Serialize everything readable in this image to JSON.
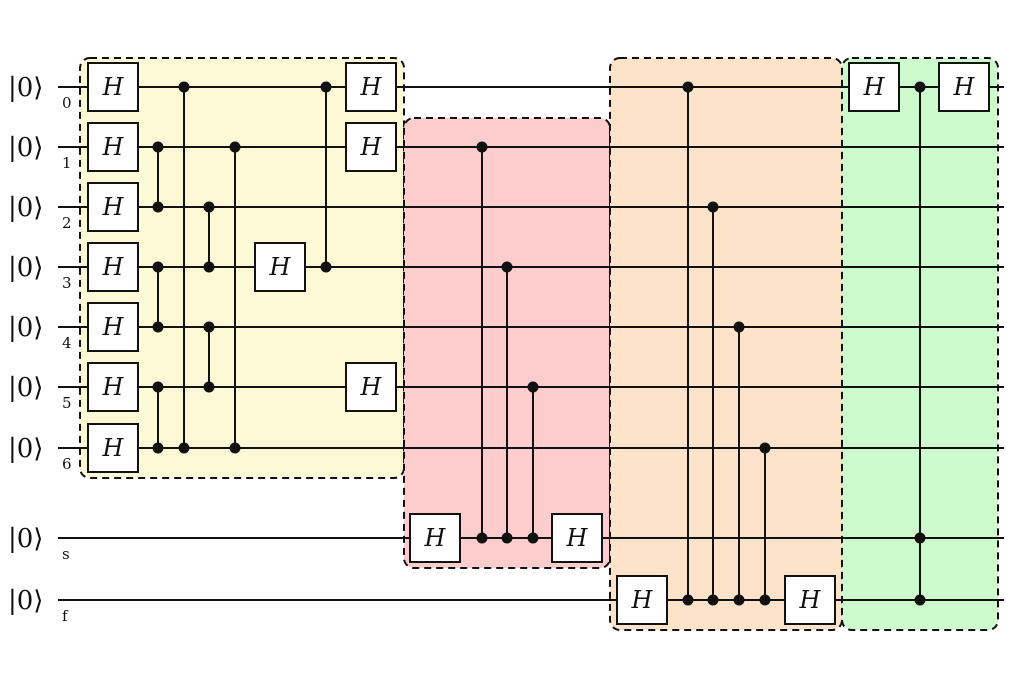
{
  "colors": {
    "region_yellow": "#fdf9d6",
    "region_red": "#fdcdcd",
    "region_orange": "#fde3c9",
    "region_green": "#cdfbcd"
  },
  "qubits": [
    {
      "ket": "|0⟩",
      "label": "0"
    },
    {
      "ket": "|0⟩",
      "label": "1"
    },
    {
      "ket": "|0⟩",
      "label": "2"
    },
    {
      "ket": "|0⟩",
      "label": "3"
    },
    {
      "ket": "|0⟩",
      "label": "4"
    },
    {
      "ket": "|0⟩",
      "label": "5"
    },
    {
      "ket": "|0⟩",
      "label": "6"
    },
    {
      "ket": "|0⟩",
      "label": "s"
    },
    {
      "ket": "|0⟩",
      "label": "f"
    }
  ],
  "gate_label": "H"
}
